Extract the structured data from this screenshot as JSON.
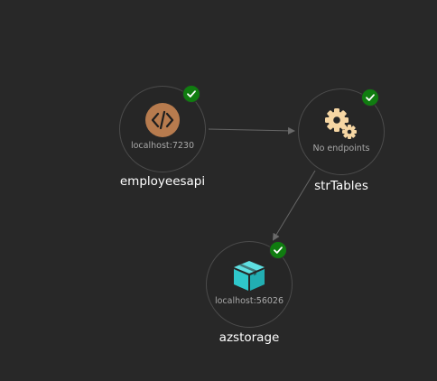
{
  "resources": [
    {
      "id": "employeesapi",
      "name": "employeesapi",
      "endpoint": "localhost:7230",
      "icon": "code-icon",
      "icon_color": "#b77b4e",
      "status": "running",
      "status_color": "#107c10"
    },
    {
      "id": "strTables",
      "name": "strTables",
      "endpoint": "No endpoints",
      "icon": "gears-icon",
      "icon_color": "#f6d6a3",
      "status": "running",
      "status_color": "#107c10"
    },
    {
      "id": "azstorage",
      "name": "azstorage",
      "endpoint": "localhost:56026",
      "icon": "box-icon",
      "icon_color": "#2fc7cb",
      "status": "running",
      "status_color": "#107c10"
    }
  ],
  "edges": [
    {
      "from": "employeesapi",
      "to": "strTables"
    },
    {
      "from": "strTables",
      "to": "azstorage"
    }
  ],
  "colors": {
    "background": "#282828",
    "node_border": "#4b4b4b",
    "edge": "#666666"
  }
}
